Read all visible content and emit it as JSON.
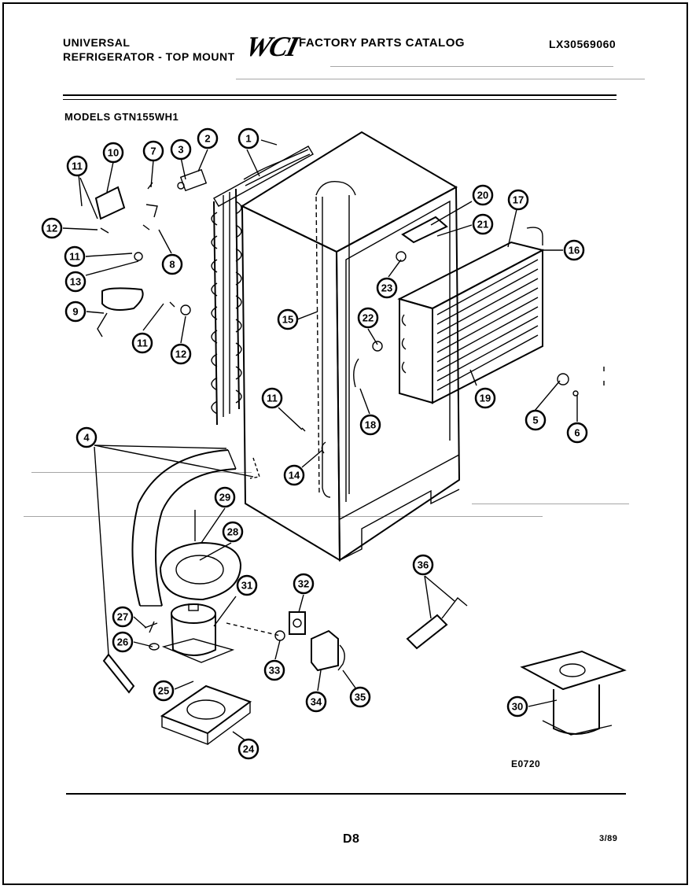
{
  "header": {
    "brand_line1": "UNIVERSAL",
    "brand_line2": "REFRIGERATOR - TOP MOUNT",
    "logo": "WCI",
    "catalog_title": "FACTORY PARTS CATALOG",
    "catalog_number": "LX30569060"
  },
  "models_label": "MODELS GTN155WH1",
  "diagram_code": "E0720",
  "page_code": "D8",
  "date_code": "3/89",
  "callouts": [
    "1",
    "2",
    "3",
    "4",
    "5",
    "6",
    "7",
    "8",
    "9",
    "10",
    "11",
    "12",
    "13",
    "14",
    "15",
    "16",
    "17",
    "18",
    "19",
    "20",
    "21",
    "22",
    "23",
    "24",
    "25",
    "26",
    "27",
    "28",
    "29",
    "30",
    "31",
    "32",
    "33",
    "34",
    "35",
    "36"
  ]
}
